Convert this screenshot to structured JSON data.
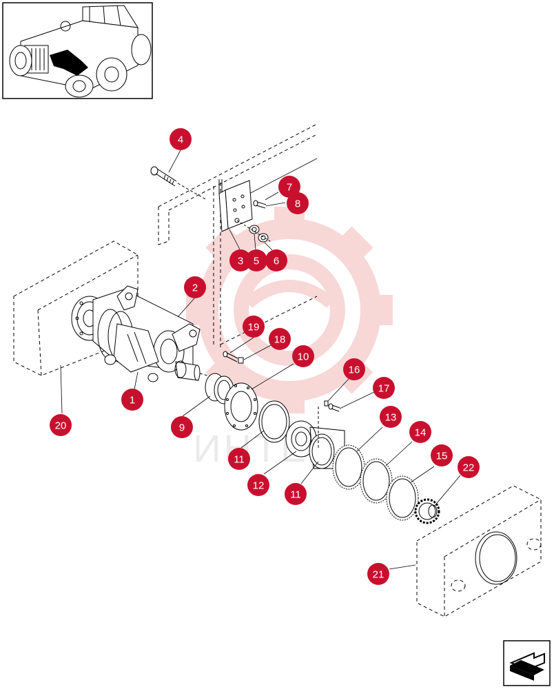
{
  "watermark": {
    "brand_text": "ИНТЕХ"
  },
  "callouts": [
    {
      "id": "c1",
      "label": "1"
    },
    {
      "id": "c2",
      "label": "2"
    },
    {
      "id": "c3",
      "label": "3"
    },
    {
      "id": "c4",
      "label": "4"
    },
    {
      "id": "c5",
      "label": "5"
    },
    {
      "id": "c6",
      "label": "6"
    },
    {
      "id": "c7",
      "label": "7"
    },
    {
      "id": "c8",
      "label": "8"
    },
    {
      "id": "c9",
      "label": "9"
    },
    {
      "id": "c10",
      "label": "10"
    },
    {
      "id": "c11a",
      "label": "11"
    },
    {
      "id": "c11b",
      "label": "11"
    },
    {
      "id": "c12",
      "label": "12"
    },
    {
      "id": "c13",
      "label": "13"
    },
    {
      "id": "c14",
      "label": "14"
    },
    {
      "id": "c15",
      "label": "15"
    },
    {
      "id": "c16",
      "label": "16"
    },
    {
      "id": "c17",
      "label": "17"
    },
    {
      "id": "c18",
      "label": "18"
    },
    {
      "id": "c19",
      "label": "19"
    },
    {
      "id": "c20",
      "label": "20"
    },
    {
      "id": "c21",
      "label": "21"
    },
    {
      "id": "c22",
      "label": "22"
    }
  ],
  "colors": {
    "callout": "#c8102e",
    "watermark": "#f6c6c6",
    "line": "#000000"
  },
  "icons": {
    "nav": "next-page-arrow-icon",
    "thumbnail": "machine-location-thumbnail"
  }
}
